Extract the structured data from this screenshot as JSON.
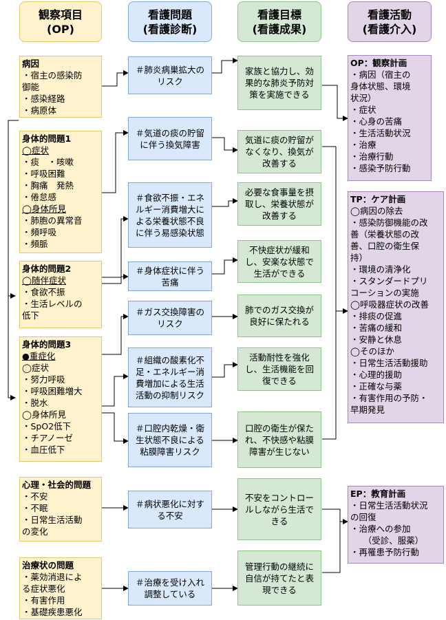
{
  "headers": {
    "op": [
      "観察項目",
      "(OP)"
    ],
    "problem": [
      "看護問題",
      "(看護診断)"
    ],
    "goal": [
      "看護目標",
      "(看護成果)"
    ],
    "action": [
      "看護活動",
      "(看護介入)"
    ]
  },
  "observations": [
    {
      "lines": [
        {
          "t": "病因",
          "b": true
        },
        {
          "t": "・宿主の感染防"
        },
        {
          "t": "御能"
        },
        {
          "t": "・感染経路"
        },
        {
          "t": "・病原体"
        }
      ]
    },
    {
      "lines": [
        {
          "t": "身体的問題1",
          "b": true
        },
        {
          "t": "◯症状",
          "u": true
        },
        {
          "t": "・痰　・咳嗽"
        },
        {
          "t": "・呼吸困難"
        },
        {
          "t": "・胸痛　発熱"
        },
        {
          "t": "・倦怠感"
        },
        {
          "t": "◯身体所見",
          "u": true
        },
        {
          "t": "・肺胞の異常音"
        },
        {
          "t": "・頻呼吸"
        },
        {
          "t": "・頻脈"
        }
      ]
    },
    {
      "lines": [
        {
          "t": "身体的問題2",
          "b": true
        },
        {
          "t": "◯随伴症状",
          "u": true
        },
        {
          "t": "・食欲不振"
        },
        {
          "t": "・生活レベルの"
        },
        {
          "t": "低下"
        }
      ]
    },
    {
      "lines": [
        {
          "t": "身体的問題3",
          "b": true
        },
        {
          "t": "●重症化",
          "u": true
        },
        {
          "t": "◯症状"
        },
        {
          "t": "・努力呼吸"
        },
        {
          "t": "・呼吸困難増大"
        },
        {
          "t": "・脱水"
        },
        {
          "t": "◯身体所見"
        },
        {
          "t": "・SpO2低下"
        },
        {
          "t": "・チアノーゼ"
        },
        {
          "t": "・血圧低下"
        }
      ]
    },
    {
      "lines": [
        {
          "t": "心理・社会的問題",
          "b": true
        },
        {
          "t": "・不安"
        },
        {
          "t": "・不眠"
        },
        {
          "t": "・日常生活活動"
        },
        {
          "t": "の変化"
        }
      ]
    },
    {
      "lines": [
        {
          "t": "治療状の問題",
          "b": true
        },
        {
          "t": "・薬効消退によ"
        },
        {
          "t": "る症状悪化"
        },
        {
          "t": "・有害作用"
        },
        {
          "t": "・基礎疾患悪化"
        }
      ]
    }
  ],
  "problems": [
    "＃肺炎病巣拡大のリスク",
    "＃気道の痰の貯留に伴う換気障害",
    "＃食欲不振・エネルギー消費増大による栄養状態不良に伴う易感染状態",
    "＃身体症状に伴う苦痛",
    "＃ガス交換障害のリスク",
    "＃組織の酸素化不足・エネルギー消費増加による生活活動の抑制リスク",
    "＃口腔内乾燥・衛生状態不良による粘膜障害リスク",
    "＃病状悪化に対する不安",
    "＃治療を受け入れ調整している"
  ],
  "goals": [
    "家族と協力し、効果的な肺炎予防対策を実施できる",
    "気道に痰の貯留がなくなり、換気が改善する",
    "必要な食事量を摂取し、栄養状態が改善する",
    "不快症状が緩和し、安楽な状態で生活ができる",
    "肺でのガス交換が良好に保たれる",
    "活動耐性を強化し、生活機能を回復できる",
    "口腔の衛生が保たれ、不快感や粘膜障害が生じない",
    "不安をコントロールしながら生活できる",
    "管理行動の継続に自信が持てたと表現できる"
  ],
  "actions": [
    {
      "lines": [
        {
          "t": "OP：観察計画",
          "b": true
        },
        {
          "t": "・病因（宿主の"
        },
        {
          "t": "身体状態、環境"
        },
        {
          "t": "状況）"
        },
        {
          "t": "・症状"
        },
        {
          "t": "・心身の苦痛"
        },
        {
          "t": "・生活活動状況"
        },
        {
          "t": "・治療"
        },
        {
          "t": "・治療行動"
        },
        {
          "t": "・感染予防行動"
        }
      ]
    },
    {
      "lines": [
        {
          "t": "TP：ケア計画",
          "b": true
        },
        {
          "t": "◯病因の除去"
        },
        {
          "t": "・感染防御機能の改"
        },
        {
          "t": "善（栄養状態の改"
        },
        {
          "t": "善、口腔の衛生保"
        },
        {
          "t": "持）"
        },
        {
          "t": "・環境の清浄化"
        },
        {
          "t": "・スタンダードプリ"
        },
        {
          "t": "コーションの実施"
        },
        {
          "t": "◯呼吸器症状の改善"
        },
        {
          "t": "・排痰の促進"
        },
        {
          "t": "・苦痛の緩和"
        },
        {
          "t": "・安静と休息"
        },
        {
          "t": "◯そのほか"
        },
        {
          "t": "・日常生活活動援助"
        },
        {
          "t": "・心理的援助"
        },
        {
          "t": "・正確な与薬"
        },
        {
          "t": "・有害作用の予防・"
        },
        {
          "t": "早期発見"
        }
      ]
    },
    {
      "lines": [
        {
          "t": "EP：教育計画",
          "b": true
        },
        {
          "t": "・日常生活活動状況"
        },
        {
          "t": "の回復"
        },
        {
          "t": "・治療への参加"
        },
        {
          "t": "　　（受診、服薬）"
        },
        {
          "t": "・再罹患予防行動"
        }
      ]
    }
  ]
}
